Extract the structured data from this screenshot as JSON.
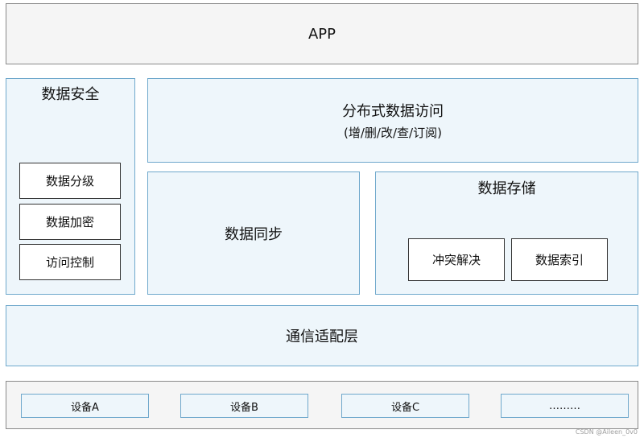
{
  "app": {
    "label": "APP"
  },
  "security": {
    "title": "数据安全",
    "items": [
      "数据分级",
      "数据加密",
      "访问控制"
    ]
  },
  "distributed_access": {
    "title": "分布式数据访问",
    "subtitle": "(增/删/改/查/订阅)"
  },
  "sync": {
    "title": "数据同步"
  },
  "storage": {
    "title": "数据存储",
    "items": [
      "冲突解决",
      "数据索引"
    ]
  },
  "comm": {
    "title": "通信适配层"
  },
  "devices": [
    "设备A",
    "设备B",
    "设备C",
    "………"
  ],
  "watermark": "CSDN @Aileen_0v0",
  "colors": {
    "gray_fill": "#f5f5f5",
    "gray_border": "#8a8a8a",
    "blue_fill": "#eef6fb",
    "blue_border": "#6fa8cc"
  }
}
